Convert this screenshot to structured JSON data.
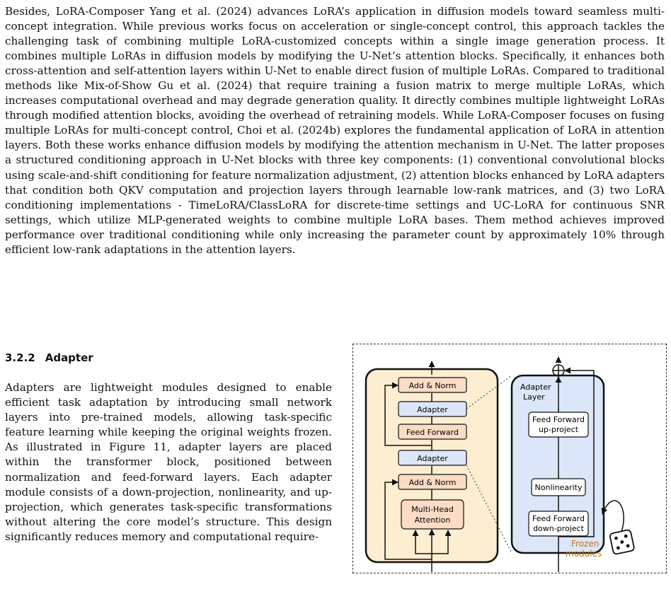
{
  "section_text": {
    "paragraph_1": "Besides, LoRA-Composer Yang et al. (2024) advances LoRA’s application in diffusion models toward seamless multi-concept integration. While previous works focus on acceleration or single-concept control, this approach tackles the challenging task of combining multiple LoRA-customized concepts within a single image generation process. It combines multiple LoRAs in diffusion models by modifying the U-Net’s attention blocks. Specifically, it enhances both cross-attention and self-attention layers within U-Net to enable direct fusion of multiple LoRAs. Compared to traditional methods like Mix-of-Show Gu et al. (2024) that require training a fusion matrix to merge multiple LoRAs, which increases computational overhead and may degrade generation quality. It directly combines multiple lightweight LoRAs through modified attention blocks, avoiding the overhead of retraining models. While LoRA-Composer focuses on fusing multiple LoRAs for multi-concept control, Choi et al. (2024b) explores the fundamental application of LoRA in attention layers. Both these works enhance diffusion models by modifying the attention mechanism in U-Net. The latter proposes a structured conditioning approach in U-Net blocks with three key components: (1) conventional convolutional blocks using scale-and-shift conditioning for feature normalization adjustment, (2) attention blocks enhanced by LoRA adapters that condition both QKV computation and projection layers through learnable low-rank matrices, and (3) two LoRA conditioning implementations - TimeLoRA/ClassLoRA for discrete-time settings and UC-LoRA for continuous SNR settings, which utilize MLP-generated weights to combine multiple LoRA bases. Them method achieves improved performance over traditional conditioning while only increasing the parameter count by approximately 10% through efficient low-rank adaptations in the attention layers.",
    "heading_number": "3.2.2",
    "heading_title": "Adapter",
    "paragraph_2": "Adapters are lightweight modules designed to enable efficient task adaptation by introducing small network layers into pre-trained models, allowing task-specific feature learning while keeping the original weights frozen. As illustrated in Figure 11, adapter layers are placed within the transformer block, positioned between normalization and feed-forward layers. Each adapter module consists of a down-projection, nonlinearity, and up-projection, which generates task-specific transformations without altering the core model’s structure. This design significantly reduces memory and computational require-"
  },
  "figure": {
    "transformer_block": {
      "add_norm_top": "Add & Norm",
      "adapter_top": "Adapter",
      "feed_forward": "Feed Forward",
      "adapter_bottom": "Adapter",
      "add_norm_bottom": "Add & Norm",
      "attention_line1": "Multi-Head",
      "attention_line2": "Attention"
    },
    "adapter_layer": {
      "label_line1": "Adapter",
      "label_line2": "Layer",
      "up_line1": "Feed Forward",
      "up_line2": "up-project",
      "nonlinearity": "Nonlinearity",
      "down_line1": "Feed Forward",
      "down_line2": "down-project"
    },
    "frozen_line1": "Frozen",
    "frozen_line2": "modules",
    "colors": {
      "transformer_fill": "#fdeed1",
      "adapter_fill": "#dbe7f8",
      "orange_box": "#fcdcc4",
      "frozen_text": "#b8761a"
    }
  }
}
